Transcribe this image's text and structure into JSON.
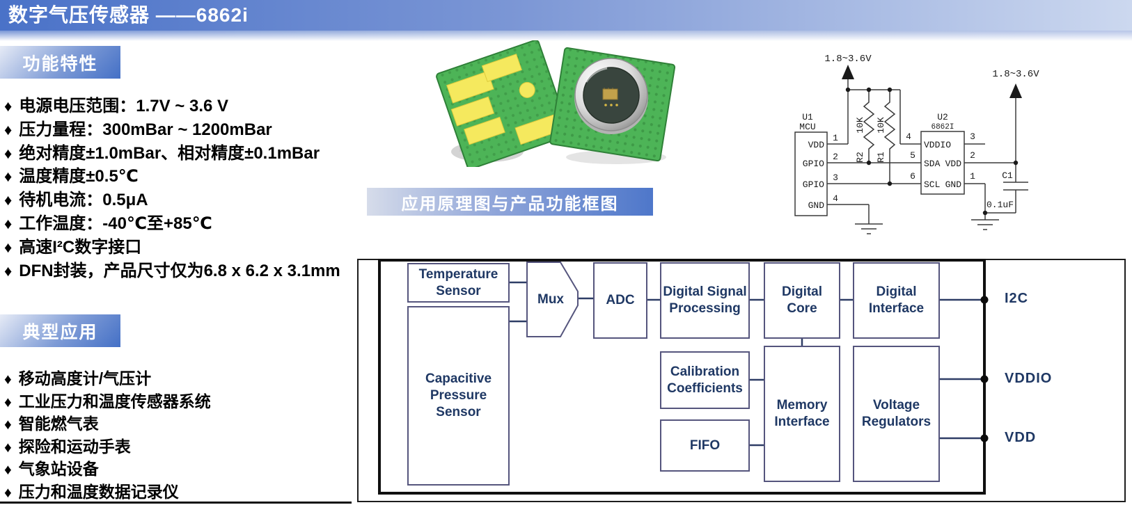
{
  "ui": {
    "bullet": "♦"
  },
  "colors": {
    "header_blue": "#4a72c8",
    "header_light": "#ccd8ef",
    "accent_blue": "#4470c6",
    "diagram_text": "#1f3864",
    "pcb_green": "#4db457",
    "pad_yellow": "#f5e95e"
  },
  "header": {
    "title": "数字气压传感器 ——6862i"
  },
  "features": {
    "badge": "功能特性",
    "items": [
      "电源电压范围：1.7V ~ 3.6 V",
      "压力量程：300mBar ~ 1200mBar",
      "绝对精度±1.0mBar、相对精度±0.1mBar",
      "温度精度±0.5℃",
      "待机电流：0.5μA",
      "工作温度：-40℃至+85℃",
      "高速I²C数字接口",
      "DFN封装，产品尺寸仅为6.8 x 6.2 x 3.1mm"
    ]
  },
  "applications": {
    "badge": "典型应用",
    "items": [
      "移动高度计/气压计",
      "工业压力和温度传感器系统",
      "智能燃气表",
      "探险和运动手表",
      "气象站设备",
      "压力和温度数据记录仪"
    ]
  },
  "banner": {
    "label": "应用原理图与产品功能框图"
  },
  "schematic": {
    "vcc1": "1.8~3.6V",
    "vcc2": "1.8~3.6V",
    "u1_ref": "U1",
    "u1_name": "MCU",
    "u1_pin_vdd": "VDD",
    "u1_pin_gpio1": "GPIO",
    "u1_pin_gpio2": "GPIO",
    "u1_pin_gnd": "GND",
    "u1_num1": "1",
    "u1_num2": "2",
    "u1_num3": "3",
    "u1_num4": "4",
    "u2_ref": "U2",
    "u2_name": "6862I",
    "u2_pin_vddio": "VDDIO",
    "u2_pin_sda": "SDA",
    "u2_pin_scl": "SCL",
    "u2_pin_vdd": "VDD",
    "u2_pin_gnd": "GND",
    "u2_num4": "4",
    "u2_num5": "5",
    "u2_num6": "6",
    "u2_num3": "3",
    "u2_num2": "2",
    "u2_num1": "1",
    "r2_value": "10K",
    "r2_ref": "R2",
    "r1_value": "10K",
    "r1_ref": "R1",
    "c1_ref": "C1",
    "c1_value": "0.1uF"
  },
  "block_diagram": {
    "temperature_sensor": "Temperature Sensor",
    "capacitive_pressure_sensor": "Capacitive Pressure Sensor",
    "mux": "Mux",
    "adc": "ADC",
    "dsp": "Digital Signal Processing",
    "digital_core": "Digital Core",
    "digital_interface": "Digital Interface",
    "calibration_coefficients": "Calibration Coefficients",
    "memory_interface": "Memory Interface",
    "voltage_regulators": "Voltage Regulators",
    "fifo": "FIFO",
    "port_i2c": "I2C",
    "port_vddio": "VDDIO",
    "port_vdd": "VDD"
  }
}
